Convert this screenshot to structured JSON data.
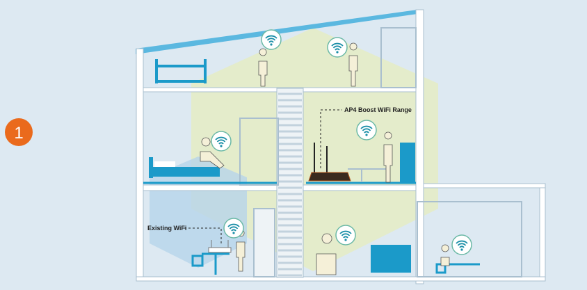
{
  "step_number": "1",
  "labels": {
    "ap4": "AP4 Boost WiFi Range",
    "existing": "Existing WiFi"
  },
  "colors": {
    "background": "#dde9f2",
    "step_badge": "#ea6a1c",
    "wall": "#a9bfcf",
    "accent_blue": "#1b9ac9",
    "boost_zone": "#e3ecc4",
    "existing_zone": "#b8d5ea"
  }
}
